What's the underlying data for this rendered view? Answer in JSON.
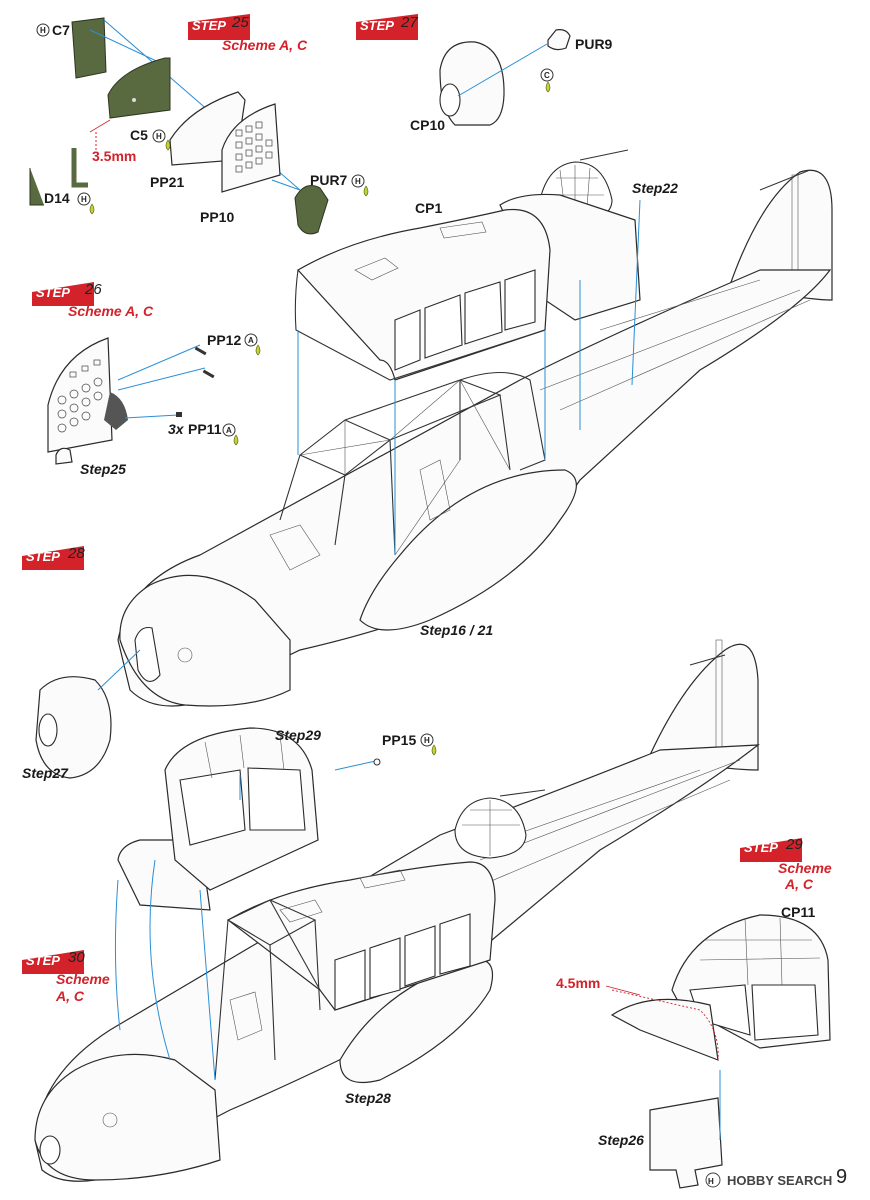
{
  "steps": [
    {
      "id": "step25",
      "prefix": "STEP",
      "number": "25",
      "scheme": "Scheme A, C"
    },
    {
      "id": "step26",
      "prefix": "STEP",
      "number": "26",
      "scheme": "Scheme A, C"
    },
    {
      "id": "step27",
      "prefix": "STEP",
      "number": "27",
      "scheme": ""
    },
    {
      "id": "step28",
      "prefix": "STEP",
      "number": "28",
      "scheme": ""
    },
    {
      "id": "step29",
      "prefix": "STEP",
      "number": "29",
      "scheme_line1": "Scheme",
      "scheme_line2": "A, C"
    },
    {
      "id": "step30",
      "prefix": "STEP",
      "number": "30",
      "scheme_line1": "Scheme",
      "scheme_line2": "A, C"
    }
  ],
  "parts": {
    "c7": "C7",
    "c5": "C5",
    "d14": "D14",
    "pp21": "PP21",
    "pp10": "PP10",
    "pur7": "PUR7",
    "pur9": "PUR9",
    "cp10": "CP10",
    "cp1": "CP1",
    "pp12": "PP12",
    "pp11_qty": "3x",
    "pp11": "PP11",
    "pp15": "PP15",
    "cp11": "CP11"
  },
  "sprue_marks": {
    "h": "H",
    "c": "C",
    "a": "A"
  },
  "dimensions": {
    "d1": "3.5mm",
    "d2": "4.5mm"
  },
  "refs": {
    "step22": "Step22",
    "step25": "Step25",
    "step16_21": "Step16 / 21",
    "step27": "Step27",
    "step29": "Step29",
    "step28": "Step28",
    "step26": "Step26"
  },
  "page": {
    "number": "9"
  },
  "watermark": {
    "text": "HOBBY SEARCH"
  },
  "colors": {
    "accent_red": "#d3222a",
    "leader_blue": "#2a8fd6",
    "part_green": "#596a40",
    "glue_yellow": "#c6d332"
  }
}
